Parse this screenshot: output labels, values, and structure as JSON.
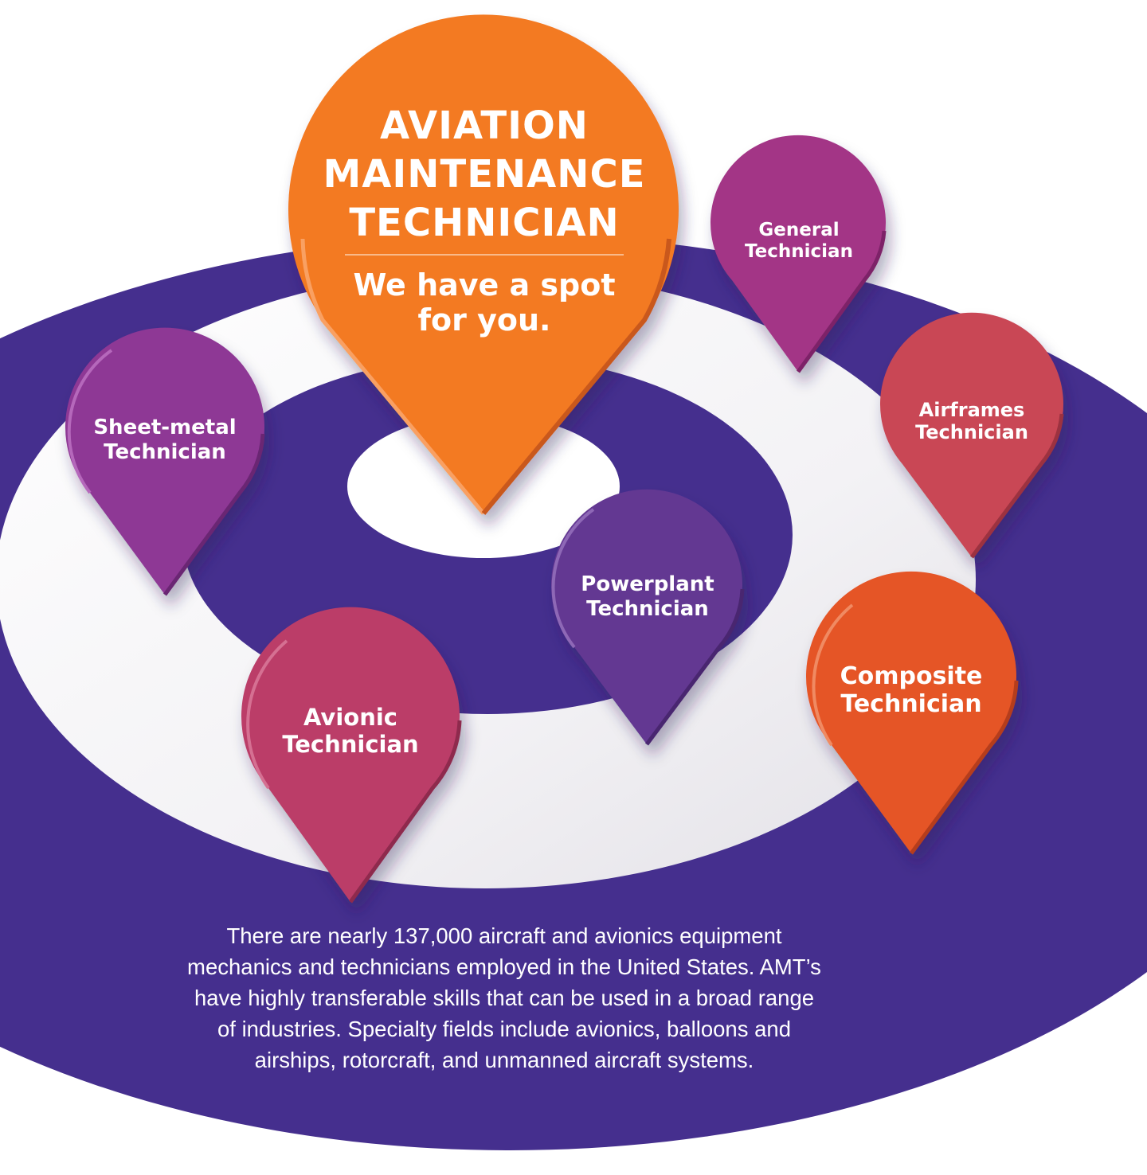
{
  "colors": {
    "ring_purple": "#452f8e",
    "white": "#ffffff",
    "main_pin_orange": "#f37a24",
    "general_pin": "#a33586",
    "airframes_pin": "#c94655",
    "sheet_metal_pin": "#8e3795",
    "powerplant_pin": "#643892",
    "avionic_pin": "#bb3c68",
    "composite_pin": "#e55428"
  },
  "main_pin": {
    "title_lines": [
      "AVIATION",
      "MAINTENANCE",
      "TECHNICIAN"
    ],
    "subtitle_lines": [
      "We have a spot",
      "for you."
    ]
  },
  "pins": {
    "general": {
      "lines": [
        "General",
        "Technician"
      ],
      "icon": "map-pin-icon"
    },
    "airframes": {
      "lines": [
        "Airframes",
        "Technician"
      ],
      "icon": "map-pin-icon"
    },
    "sheet_metal": {
      "lines": [
        "Sheet-metal",
        "Technician"
      ],
      "icon": "map-pin-icon"
    },
    "powerplant": {
      "lines": [
        "Powerplant",
        "Technician"
      ],
      "icon": "map-pin-icon"
    },
    "avionic": {
      "lines": [
        "Avionic",
        "Technician"
      ],
      "icon": "map-pin-icon"
    },
    "composite": {
      "lines": [
        "Composite",
        "Technician"
      ],
      "icon": "map-pin-icon"
    }
  },
  "description": {
    "lines": [
      "There are nearly 137,000 aircraft and avionics equipment",
      "mechanics and technicians employed in the United States. AMT’s",
      "have highly transferable skills that can be used in a broad range",
      "of industries. Specialty fields include avionics, balloons and",
      "airships, rotorcraft, and unmanned aircraft systems."
    ]
  }
}
